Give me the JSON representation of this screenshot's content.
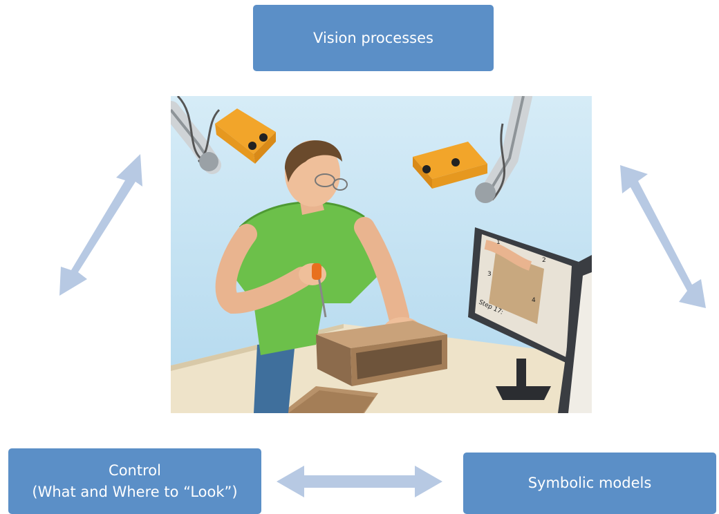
{
  "diagram": {
    "vision_box": {
      "label": "Vision processes"
    },
    "control_box": {
      "line1": "Control",
      "line2": "(What and Where to “Look”)"
    },
    "symbolic_box": {
      "label": "Symbolic  models"
    },
    "illustration": {
      "monitor_text": "Step 17:",
      "markers": [
        "1",
        "2",
        "3",
        "4"
      ]
    },
    "colors": {
      "box": "#5b8fc7",
      "arrow": "#b7c9e3",
      "text": "#ffffff"
    }
  }
}
